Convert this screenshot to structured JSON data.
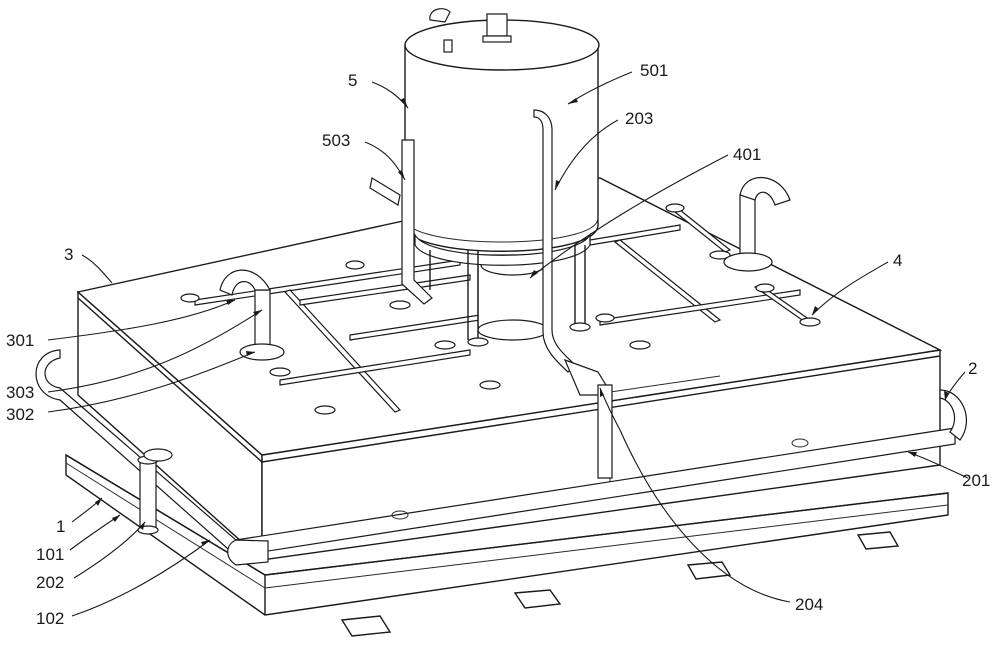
{
  "labels": {
    "l5": "5",
    "l501": "501",
    "l503": "503",
    "l203": "203",
    "l401": "401",
    "l3": "3",
    "l4": "4",
    "l301": "301",
    "l303": "303",
    "l302": "302",
    "l2": "2",
    "l201": "201",
    "l1": "1",
    "l101": "101",
    "l202": "202",
    "l102": "102",
    "l204": "204"
  },
  "colors": {
    "line": "#1a1a1a",
    "fill": "#ffffff"
  }
}
